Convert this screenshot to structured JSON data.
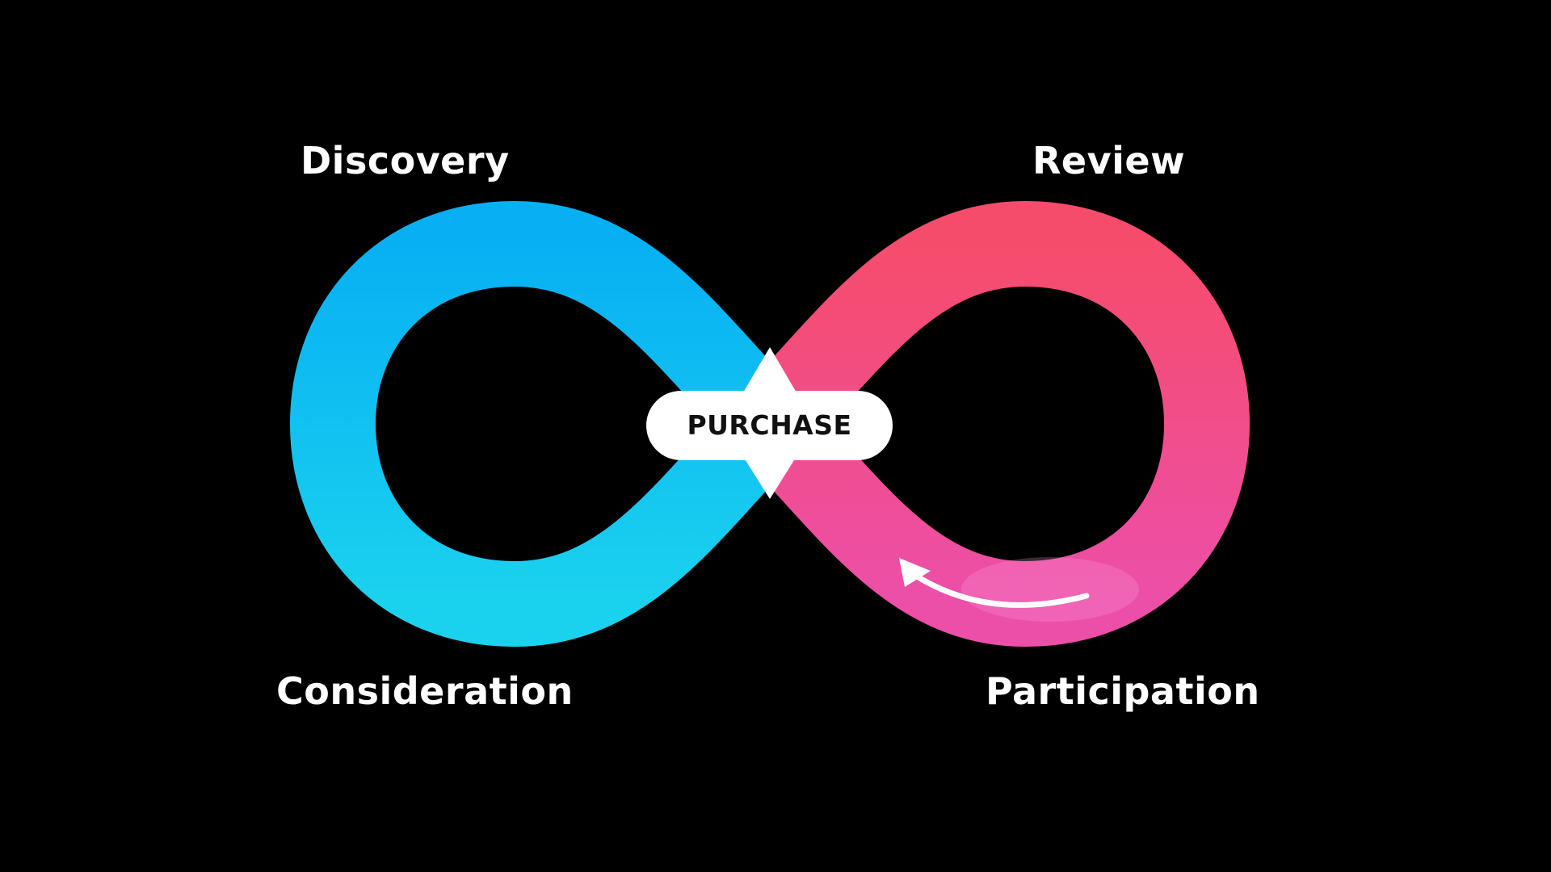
{
  "stages": {
    "discovery": "Discovery",
    "review": "Review",
    "consideration": "Consideration",
    "participation": "Participation"
  },
  "center": {
    "label": "PURCHASE"
  },
  "colors": {
    "background": "#000000",
    "left_loop_top": "#0bb4f2",
    "left_loop_bottom": "#19d0ee",
    "right_loop_top": "#f54d6e",
    "right_loop_bottom": "#ee4fa3",
    "badge_fill": "#ffffff",
    "label_text": "#ffffff"
  },
  "icons": {
    "direction_arrow": "curved-arrow-left-icon"
  }
}
